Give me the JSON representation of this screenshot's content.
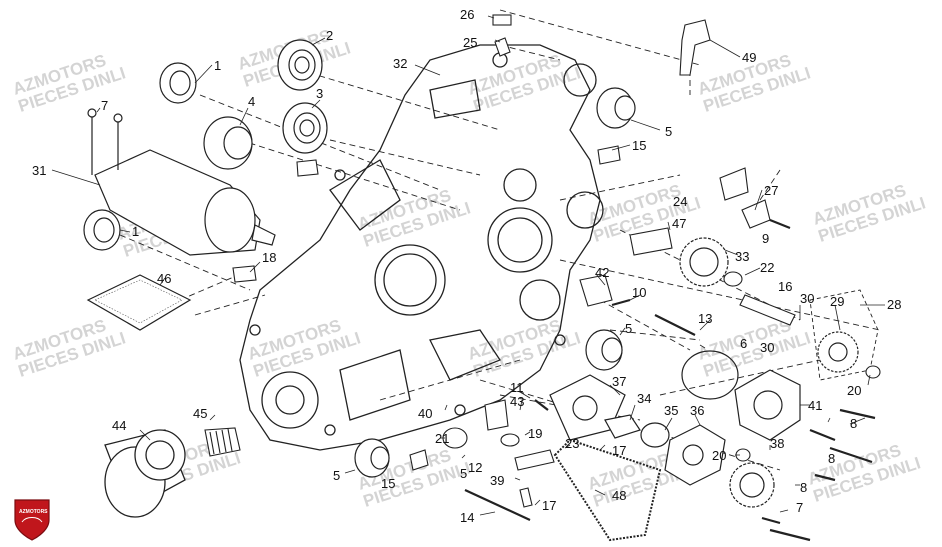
{
  "watermark": {
    "line1": "AZMOTORS",
    "line2": "PIECES DINLI"
  },
  "logo": {
    "text": "AZMOTORS",
    "colors": {
      "shield": "#c0161c",
      "inner": "#7a0c10"
    }
  },
  "callouts": [
    "1",
    "1",
    "2",
    "3",
    "4",
    "5",
    "5",
    "5",
    "5",
    "6",
    "7",
    "7",
    "8",
    "8",
    "8",
    "9",
    "10",
    "11",
    "12",
    "13",
    "14",
    "15",
    "15",
    "16",
    "17",
    "17",
    "18",
    "19",
    "20",
    "20",
    "21",
    "22",
    "23",
    "24",
    "25",
    "26",
    "27",
    "28",
    "29",
    "30",
    "30",
    "31",
    "32",
    "33",
    "34",
    "35",
    "36",
    "37",
    "38",
    "39",
    "40",
    "41",
    "42",
    "43",
    "44",
    "45",
    "46",
    "47",
    "48",
    "49"
  ],
  "colors": {
    "line": "#222222",
    "callout": "#111111",
    "watermark": "#d4d4d4"
  }
}
